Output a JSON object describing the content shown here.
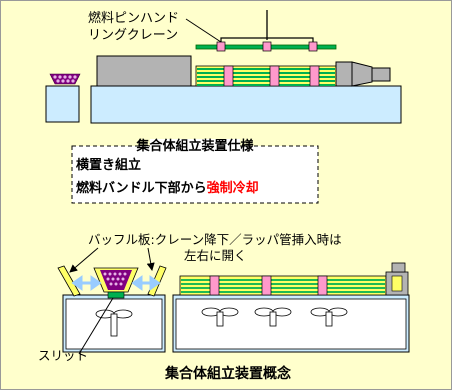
{
  "labels": {
    "crane_line1": "燃料ピンハンド",
    "crane_line2": "リングクレーン",
    "spec_title": "集合体組立装置仕様",
    "spec_line1": "横置き組立",
    "spec_line2_prefix": "燃料バンドル下部から",
    "spec_line2_highlight": "強制冷却",
    "baffle_line1": "バッフル板:クレーン降下／ラッパ管挿入時は",
    "baffle_line2": "左右に開く",
    "slit": "スリット",
    "caption": "集合体組立装置概念"
  },
  "colors": {
    "background": "#FFFFCC",
    "highlight_text": "#FF0000",
    "rod_green": "#00B050",
    "bundle_yellow": "#FFFF66",
    "block_gray": "#B3B3B3",
    "base_blue": "#CCECFF",
    "pink": "#FF99CC",
    "rope_purple": "#800080",
    "arrow_blue": "#99CCFF"
  }
}
